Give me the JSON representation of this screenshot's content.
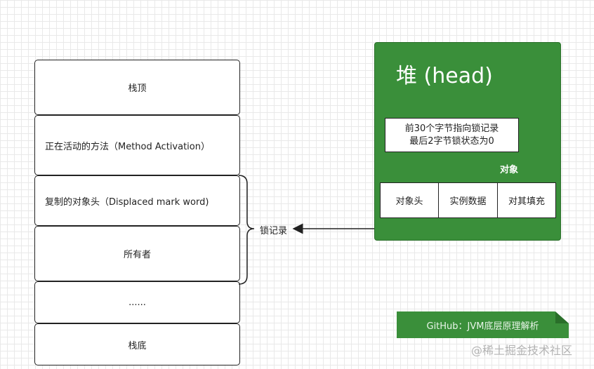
{
  "stack": {
    "items": [
      "栈顶",
      "正在活动的方法（Method Activation）",
      "复制的对象头（Displaced mark word)",
      "所有者",
      "......",
      "栈底"
    ]
  },
  "lock_record_label": "锁记录",
  "heap": {
    "title": "堆 (head)",
    "note_line1": "前30个字节指向锁记录",
    "note_line2": "最后2字节锁状态为0",
    "object_label": "对象",
    "cells": [
      "对象头",
      "实例数据",
      "对其填充"
    ]
  },
  "ribbon_text": "GitHub：JVM底层原理解析",
  "watermark": "@稀土掘金技术社区",
  "colors": {
    "heap_green": "#3a8f3a",
    "border": "#222222"
  }
}
